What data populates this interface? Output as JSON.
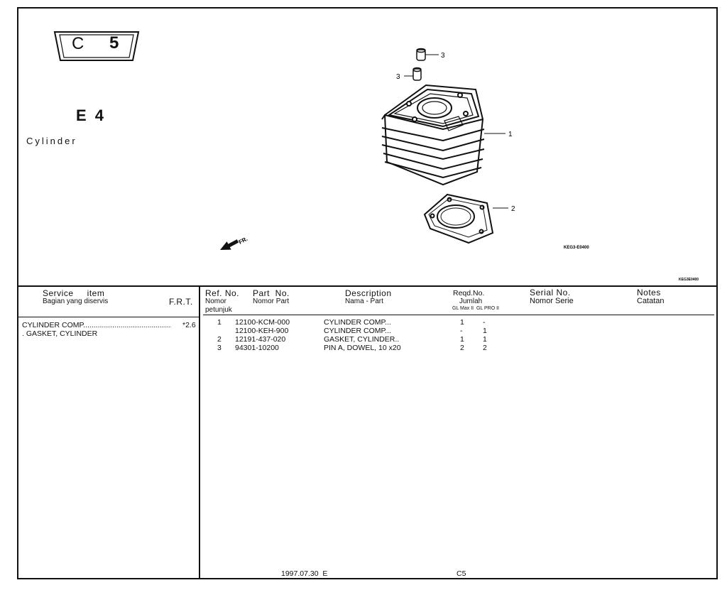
{
  "section_code": {
    "letter": "C",
    "number": "5"
  },
  "group_code": "E 4",
  "group_title": "Cylinder",
  "diagram": {
    "callouts": [
      "1",
      "2",
      "3",
      "3"
    ],
    "direction_label": "FR.",
    "drawing_number": "KEG3-E0400",
    "drawing_number_small": "KEG3E0400"
  },
  "table": {
    "headers": {
      "service_item": "Service     item",
      "service_item_sub": "Bagian yang diservis",
      "frt": "F.R.T.",
      "ref_no": "Ref. No.",
      "ref_no_sub1": "Nomor",
      "ref_no_sub2": "petunjuk",
      "part_no": "Part  No.",
      "part_no_sub": "Nomor Part",
      "description": "Description",
      "description_sub": "Nama - Part",
      "reqd_no": "Reqd.No.",
      "reqd_no_sub": "Jumlah",
      "reqd_models": "GL Max II  GL PRO II",
      "serial_no": "Serial No.",
      "serial_no_sub": "Nomor Serie",
      "notes": "Notes",
      "notes_sub": "Catatan"
    },
    "service_items": [
      {
        "label": "CYLINDER COMP...............................................",
        "frt": "*2.6"
      },
      {
        "label": ". GASKET, CYLINDER",
        "frt": ""
      }
    ],
    "parts": [
      {
        "ref": "1",
        "part_no": "12100-KCM-000",
        "description": "CYLINDER COMP...",
        "qty1": "1",
        "qty2": "-"
      },
      {
        "ref": "",
        "part_no": "12100-KEH-900",
        "description": "CYLINDER COMP...",
        "qty1": "-",
        "qty2": "1"
      },
      {
        "ref": "2",
        "part_no": "12191-437-020",
        "description": "GASKET, CYLINDER..",
        "qty1": "1",
        "qty2": "1"
      },
      {
        "ref": "3",
        "part_no": "94301-10200",
        "description": "PIN A, DOWEL, 10 x20",
        "qty1": "2",
        "qty2": "2"
      }
    ]
  },
  "footer": {
    "date": "1997.07.30  E",
    "page": "C5"
  }
}
